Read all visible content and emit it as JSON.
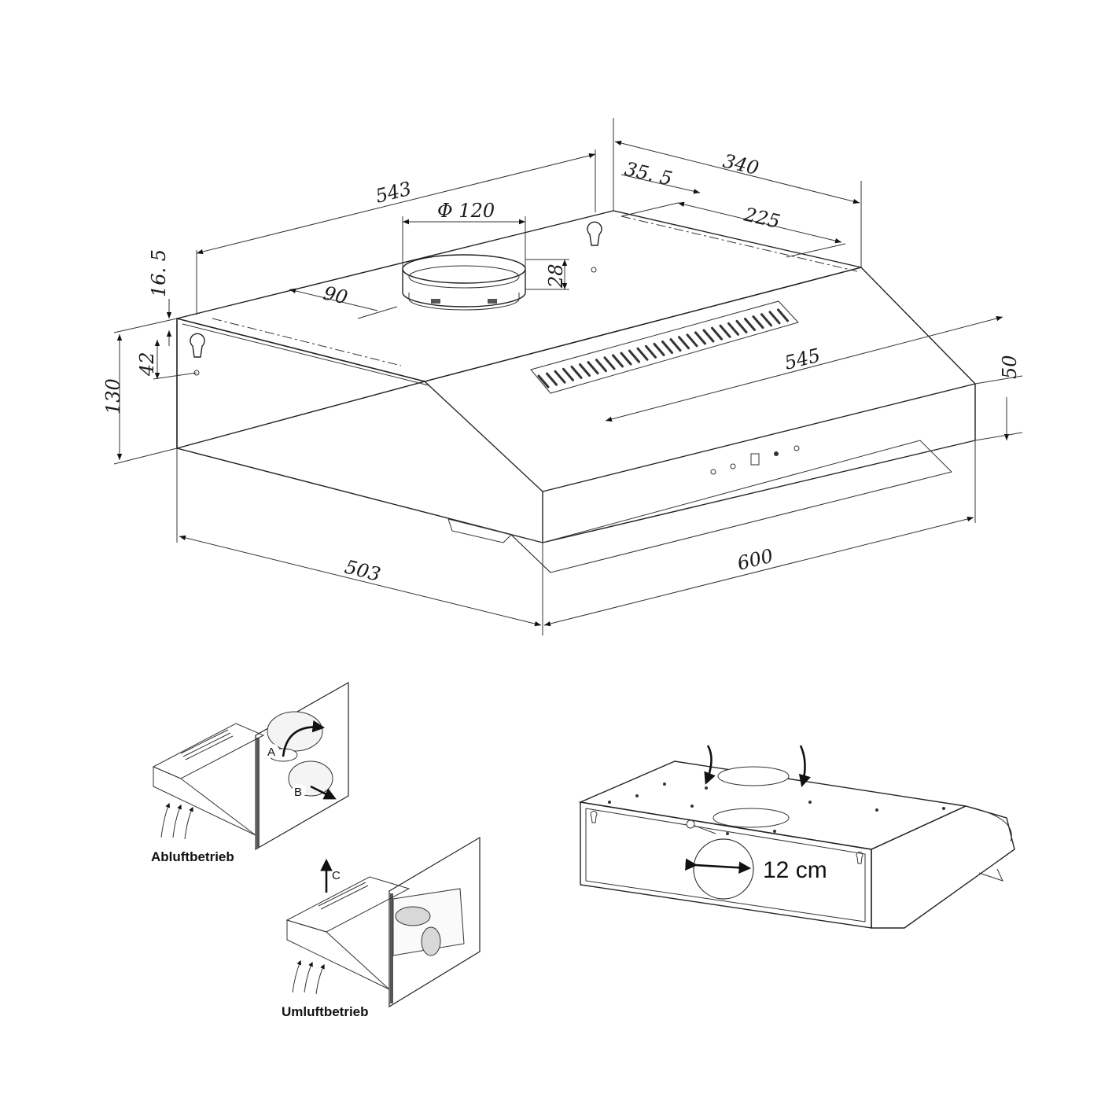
{
  "dimensions": {
    "width_top": "543",
    "duct_diameter": "Φ 120",
    "depth_top": "340",
    "offset_35": "35. 5",
    "offset_225": "225",
    "collar_height": "28",
    "offset_90": "90",
    "hole_16": "16. 5",
    "hole_42": "42",
    "height_total": "130",
    "front_height": "50",
    "grille_width": "545",
    "depth_bottom": "503",
    "width_bottom": "600"
  },
  "modes": {
    "exhaust_label": "Abluftbetrieb",
    "recirc_label": "Umluftbetrieb",
    "marker_a": "A",
    "marker_b": "B",
    "marker_c": "C"
  },
  "duct_size": "12 cm"
}
